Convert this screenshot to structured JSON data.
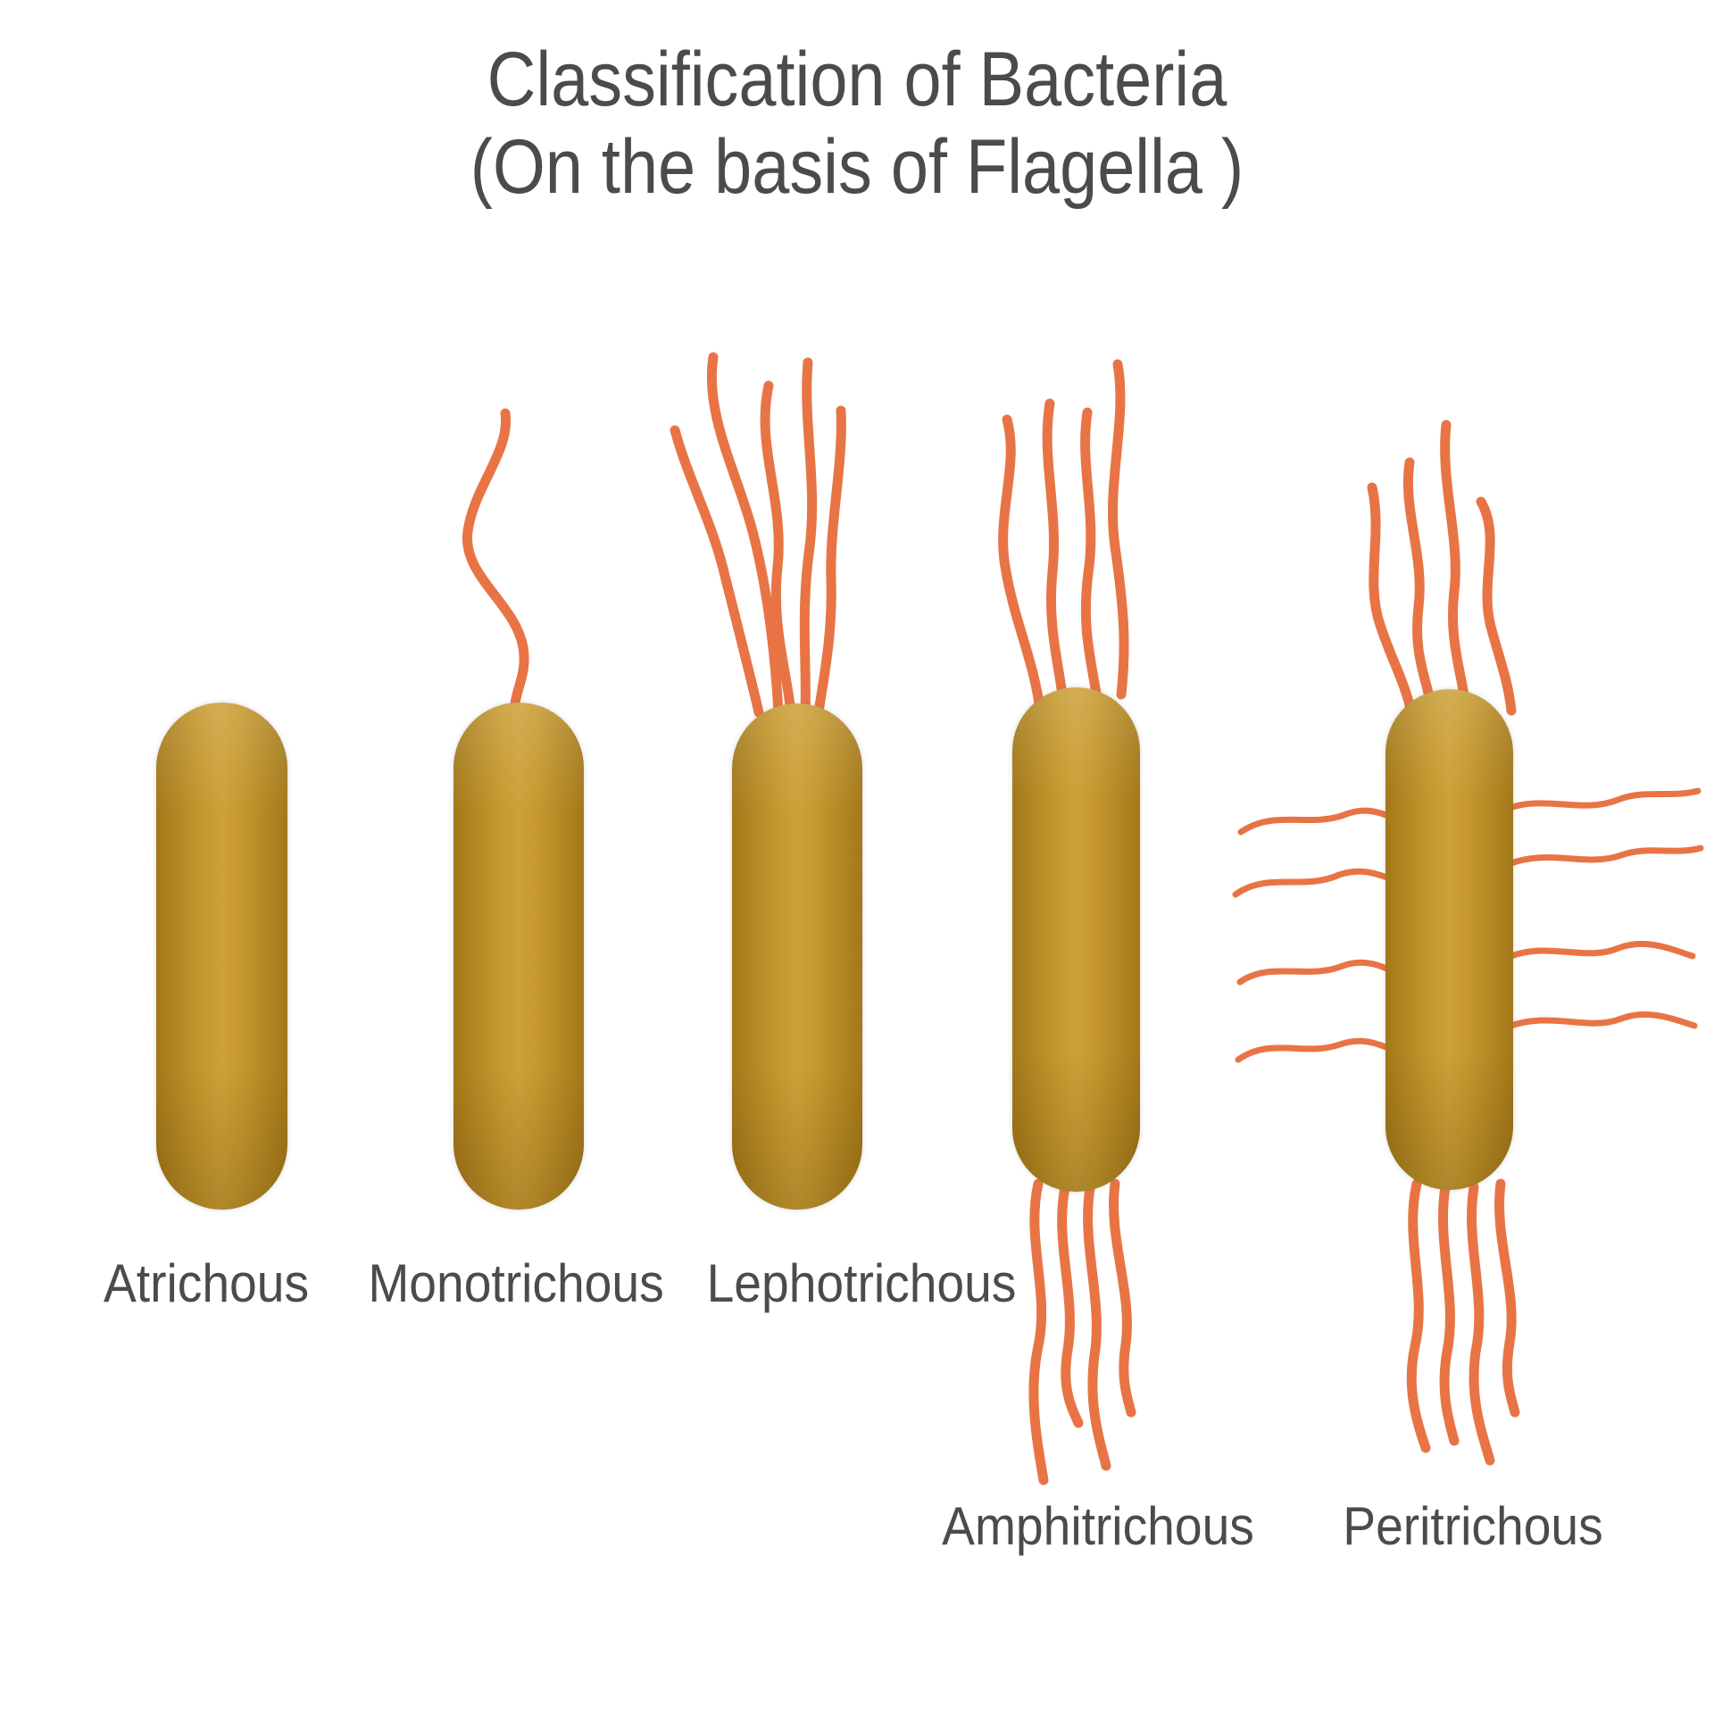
{
  "title": {
    "line1": "Classification of Bacteria",
    "line2": "(On the basis of Flagella )"
  },
  "bacteria": [
    {
      "name": "atrichous",
      "label": "Atrichous",
      "flagella_count": 0,
      "flagella_arrangement": "no-flagella"
    },
    {
      "name": "monotrichous",
      "label": "Monotrichous",
      "flagella_count": 1,
      "flagella_arrangement": "single-at-one-pole"
    },
    {
      "name": "lephotrichous",
      "label": "Lephotrichous",
      "flagella_count": 5,
      "flagella_arrangement": "tuft-at-one-pole"
    },
    {
      "name": "amphitrichous",
      "label": "Amphitrichous",
      "flagella_count": 8,
      "flagella_arrangement": "tufts-at-both-poles"
    },
    {
      "name": "peritrichous",
      "label": "Peritrichous",
      "flagella_count": 16,
      "flagella_arrangement": "all-over-surface"
    }
  ],
  "colors": {
    "background": "#ffffff",
    "text": "#4b4b4b",
    "flagella": "#e87446",
    "body": "#c6992e",
    "body_edge": "#a37819",
    "body_highlight": "#cda038"
  }
}
